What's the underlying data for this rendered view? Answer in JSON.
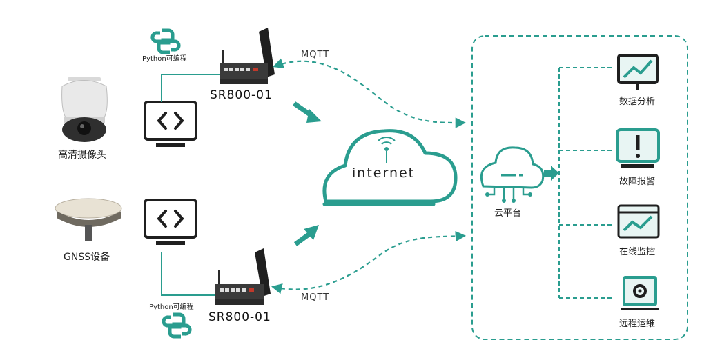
{
  "devices": {
    "camera": "高清摄像头",
    "gnss": "GNSS设备"
  },
  "routers": {
    "top": {
      "label": "SR800-01",
      "python": "Python可编程"
    },
    "bottom": {
      "label": "SR800-01",
      "python": "Python可编程"
    }
  },
  "protocol": {
    "top": "MQTT",
    "bottom": "MQTT"
  },
  "internet": "internet",
  "cloud_platform": "云平台",
  "services": [
    "数据分析",
    "故障报警",
    "在线监控",
    "远程运维"
  ],
  "colors": {
    "accent": "#2a9d8f",
    "dark": "#1f1f1f",
    "camera_gray": "#3a3a3a"
  }
}
